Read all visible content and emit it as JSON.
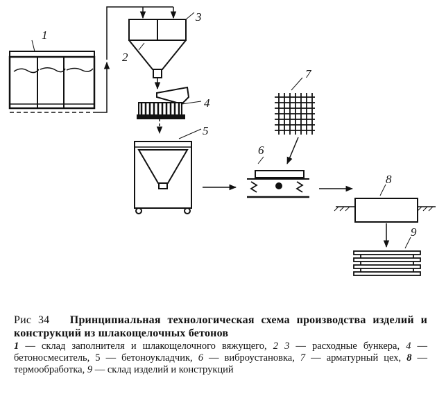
{
  "labels": {
    "n1": "1",
    "n2": "2",
    "n3": "3",
    "n4": "4",
    "n5": "5",
    "n6": "6",
    "n7": "7",
    "n8": "8",
    "n9": "9"
  },
  "caption": {
    "fig": "Рис 34",
    "title": "Принципиальная технологическая схема производства изделий и конструкций из",
    "title_bold": "шлакощелочных",
    "title_end": "бетонов",
    "items": [
      {
        "num": "1",
        "text": " — склад заполнителя и шлакощелочного вяжущего, "
      },
      {
        "num": "2",
        "text": " "
      },
      {
        "num": "3",
        "text": " — расходные бункера, "
      },
      {
        "num": "4",
        "text": " — бетоносмеситель, "
      },
      {
        "num": "5",
        "text": " — бетоноукладчик, "
      },
      {
        "num": "6",
        "text": " — виброустановка, "
      },
      {
        "num": "7",
        "text": " — арматурный цех, "
      },
      {
        "num": "8",
        "text": " — термообработка, "
      },
      {
        "num": "9",
        "text": " — склад изделий и конструкций"
      }
    ]
  }
}
